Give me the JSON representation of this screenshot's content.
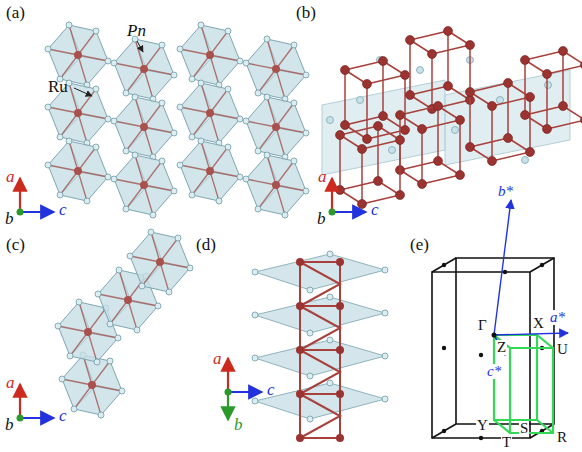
{
  "diagram": {
    "labels": [
      "(a)",
      "Pn",
      "Ru",
      "a",
      "b",
      "c",
      "(b)",
      "a",
      "b",
      "c",
      "(c)",
      "a",
      "b",
      "c",
      "(d)",
      "a",
      "b",
      "c",
      "(e)",
      "b*",
      "a*",
      "c*",
      "Γ",
      "X",
      "U",
      "Z",
      "Y",
      "S",
      "T",
      "R"
    ]
  }
}
